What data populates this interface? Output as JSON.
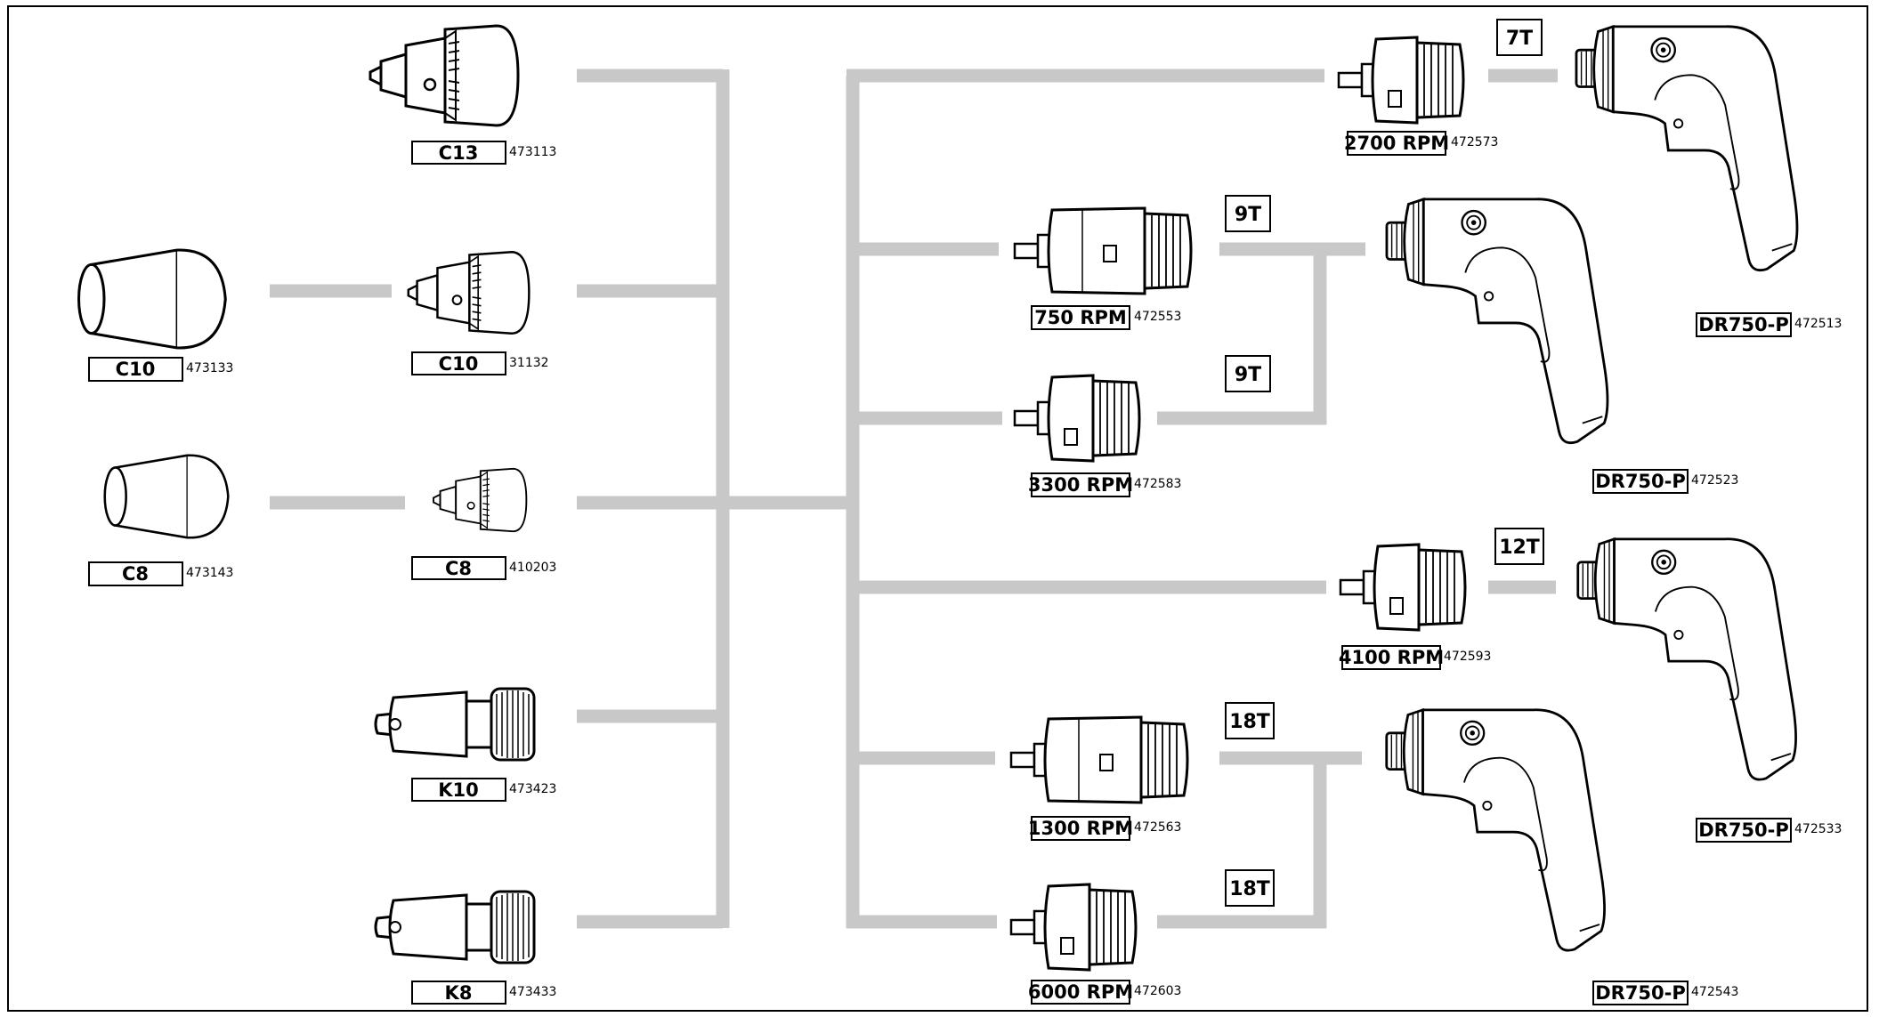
{
  "colors": {
    "connector": "#c8c8c8",
    "line": "#000000",
    "background": "#ffffff"
  },
  "chucks": [
    {
      "name": "C13",
      "part": "473113",
      "icon": "keyed-chuck-large"
    },
    {
      "name": "C10",
      "part": "31132",
      "icon": "keyed-chuck-medium"
    },
    {
      "name": "C8",
      "part": "410203",
      "icon": "keyed-chuck-small"
    },
    {
      "name": "K10",
      "part": "473423",
      "icon": "keyless-chuck"
    },
    {
      "name": "K8",
      "part": "473433",
      "icon": "keyless-chuck"
    }
  ],
  "caps": [
    {
      "name": "C10",
      "part": "473133",
      "icon": "chuck-cover-cap"
    },
    {
      "name": "C8",
      "part": "473143",
      "icon": "chuck-cover-cap"
    }
  ],
  "gearboxes": [
    {
      "speed": "2700 RPM",
      "part": "472573",
      "icon": "gearbox-short"
    },
    {
      "speed": "750 RPM",
      "part": "472553",
      "icon": "gearbox-long"
    },
    {
      "speed": "3300 RPM",
      "part": "472583",
      "icon": "gearbox-short"
    },
    {
      "speed": "4100 RPM",
      "part": "472593",
      "icon": "gearbox-short"
    },
    {
      "speed": "1300 RPM",
      "part": "472563",
      "icon": "gearbox-long"
    },
    {
      "speed": "6000 RPM",
      "part": "472603",
      "icon": "gearbox-short"
    }
  ],
  "teeth": [
    "7T",
    "9T",
    "9T",
    "12T",
    "18T",
    "18T"
  ],
  "drills": [
    {
      "model": "DR750-P",
      "part": "472513",
      "icon": "drill-motor"
    },
    {
      "model": "DR750-P",
      "part": "472523",
      "icon": "drill-motor"
    },
    {
      "model": "DR750-P",
      "part": "472533",
      "icon": "drill-motor"
    },
    {
      "model": "DR750-P",
      "part": "472543",
      "icon": "drill-motor"
    }
  ]
}
